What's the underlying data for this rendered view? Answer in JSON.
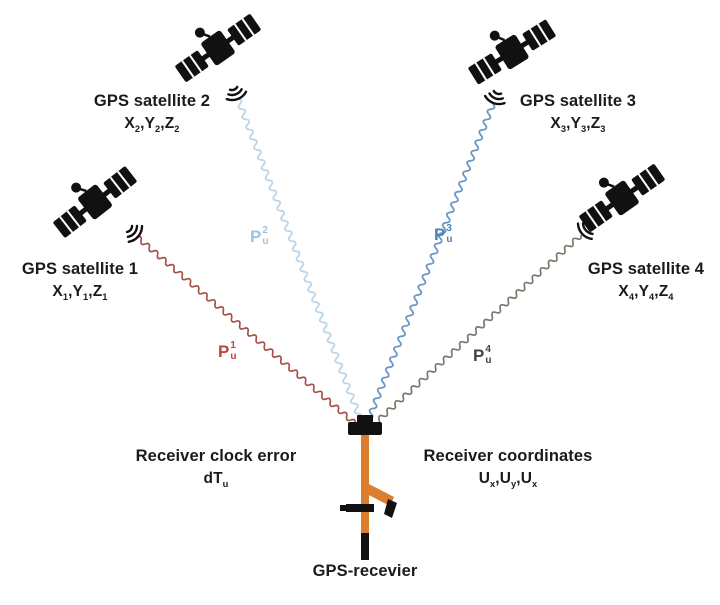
{
  "satellites": [
    {
      "label": "GPS satellite 1",
      "coords": [
        [
          "t",
          "X"
        ],
        [
          "sub",
          "1"
        ],
        [
          "t",
          ",Y"
        ],
        [
          "sub",
          "1"
        ],
        [
          "t",
          ",Z"
        ],
        [
          "sub",
          "1"
        ]
      ],
      "pseudorange": {
        "letter": "P",
        "sup": "1",
        "sub": "u"
      }
    },
    {
      "label": "GPS satellite 2",
      "coords": [
        [
          "t",
          "X"
        ],
        [
          "sub",
          "2"
        ],
        [
          "t",
          ",Y"
        ],
        [
          "sub",
          "2"
        ],
        [
          "t",
          ",Z"
        ],
        [
          "sub",
          "2"
        ]
      ],
      "pseudorange": {
        "letter": "P",
        "sup": "2",
        "sub": "u"
      }
    },
    {
      "label": "GPS satellite 3",
      "coords": [
        [
          "t",
          "X"
        ],
        [
          "sub",
          "3"
        ],
        [
          "t",
          ",Y"
        ],
        [
          "sub",
          "3"
        ],
        [
          "t",
          ",Z"
        ],
        [
          "sub",
          "3"
        ]
      ],
      "pseudorange": {
        "letter": "P",
        "sup": "3",
        "sub": "u"
      }
    },
    {
      "label": "GPS satellite 4",
      "coords": [
        [
          "t",
          "X"
        ],
        [
          "sub",
          "4"
        ],
        [
          "t",
          ",Y"
        ],
        [
          "sub",
          "4"
        ],
        [
          "t",
          ",Z"
        ],
        [
          "sub",
          "4"
        ]
      ],
      "pseudorange": {
        "letter": "P",
        "sup": "4",
        "sub": "u"
      }
    }
  ],
  "annotations": {
    "clock_error_title": "Receiver clock error",
    "clock_error_symbol": [
      [
        "t",
        "dT"
      ],
      [
        "sub",
        "u"
      ]
    ],
    "coordinates_title": "Receiver coordinates",
    "coordinates_symbol": [
      [
        "t",
        "U"
      ],
      [
        "sub",
        "x"
      ],
      [
        "t",
        ",U"
      ],
      [
        "sub",
        "y"
      ],
      [
        "t",
        ",U"
      ],
      [
        "sub",
        "x"
      ]
    ],
    "receiver_label": "GPS-recevier"
  },
  "colors": {
    "satellite": "#111111",
    "signal_1": "#a6524a",
    "signal_2": "#bad6e8",
    "signal_3": "#6b97c4",
    "signal_4": "#7b776c",
    "label_1": "#c04437",
    "label_2": "#9dc4de",
    "label_3": "#4d82b8",
    "label_4": "#44423a",
    "pole": "#dd7e2e",
    "text": "#1b1b1b"
  }
}
